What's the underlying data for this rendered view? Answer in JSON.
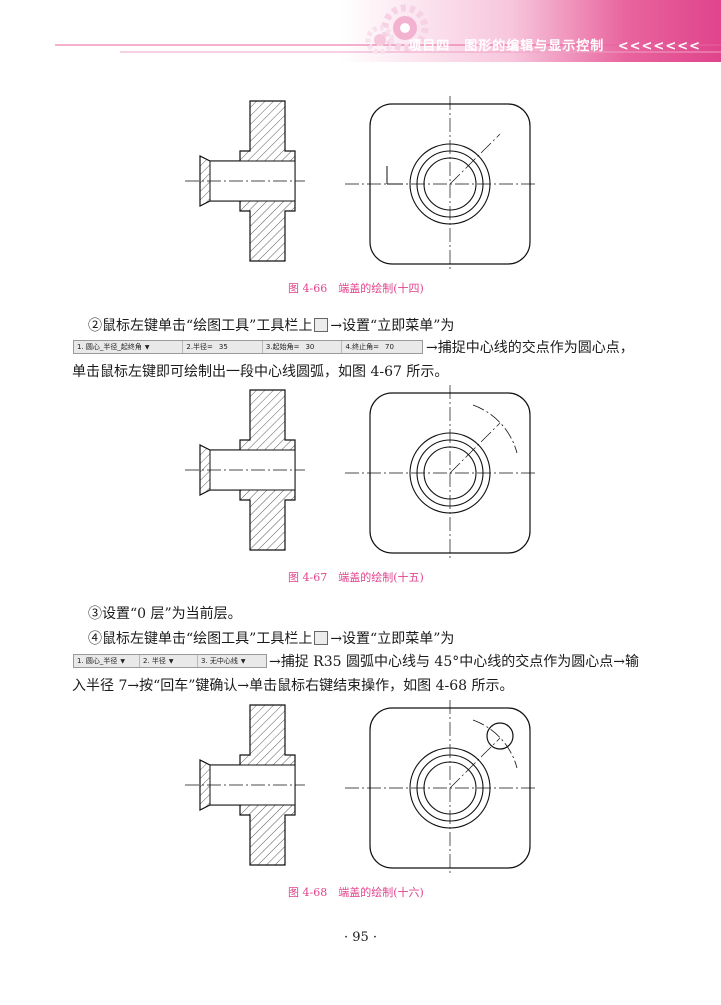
{
  "header": {
    "title": "项目四　图形的编辑与显示控制",
    "arrows": "<<<<<<<",
    "colors": {
      "band": "#e8649e",
      "band_light": "#f7c6dc",
      "rule": "#e8649e"
    }
  },
  "figures": [
    {
      "id": "4-66",
      "caption": "图 4-66　端盖的绘制(十四)"
    },
    {
      "id": "4-67",
      "caption": "图 4-67　端盖的绘制(十五)"
    },
    {
      "id": "4-68",
      "caption": "图 4-68　端盖的绘制(十六)"
    }
  ],
  "step2": {
    "text_a": "②鼠标左键单击“绘图工具”工具栏上",
    "text_b": "→设置“立即菜单”为",
    "text_c": "→捕捉中心线的交点作为圆心点，",
    "text_d": "单击鼠标左键即可绘制出一段中心线圆弧，如图 4-67 所示。",
    "icon": "arc-tool-icon",
    "toolbar": [
      {
        "label": "1. 圆心_半径_起终角",
        "value": ""
      },
      {
        "label": "2.半径=",
        "value": "35"
      },
      {
        "label": "3.起始角=",
        "value": "30"
      },
      {
        "label": "4.终止角=",
        "value": "70"
      }
    ]
  },
  "step3": {
    "text": "③设置“0 层”为当前层。"
  },
  "step4": {
    "text_a": "④鼠标左键单击“绘图工具”工具栏上",
    "text_b": "→设置“立即菜单”为",
    "text_c": "→捕捉 R35 圆弧中心线与 45°中心线的交点作为圆心点→输",
    "text_d": "入半径 7→按“回车”键确认→单击鼠标右键结束操作，如图 4-68 所示。",
    "icon": "circle-tool-icon",
    "toolbar": [
      {
        "label": "1. 圆心_半径"
      },
      {
        "label": "2. 半径"
      },
      {
        "label": "3. 无中心线"
      }
    ]
  },
  "page_number": "· 95 ·"
}
